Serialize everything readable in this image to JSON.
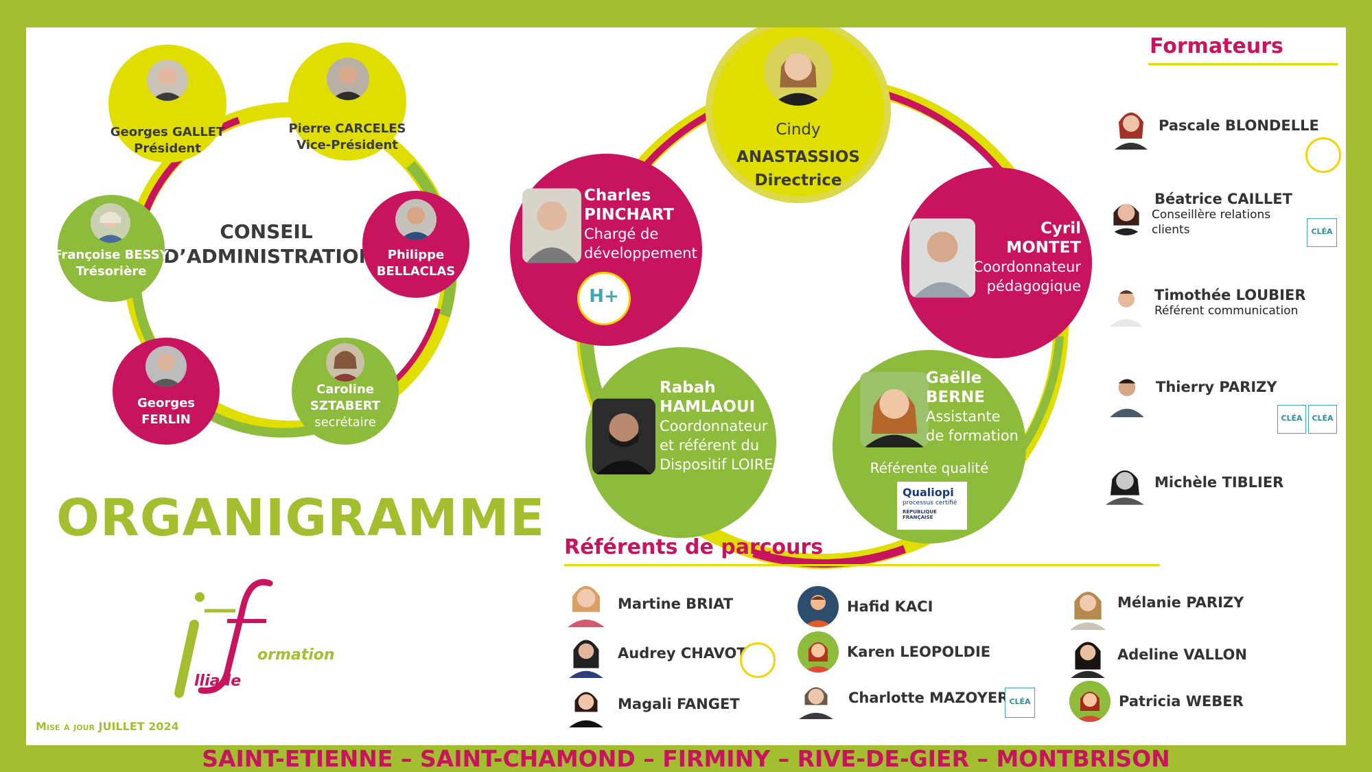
{
  "conseil": {
    "title_line1": "CONSEIL",
    "title_line2": "D’ADMINISTRATION",
    "members": [
      {
        "name": "Georges GALLET",
        "role": "Président"
      },
      {
        "name": "Pierre CARCELES",
        "role": "Vice-Président"
      },
      {
        "name": "Philippe",
        "name2": "BELLACLAS"
      },
      {
        "name": "Caroline",
        "name2": "SZTABERT",
        "role": "secrétaire"
      },
      {
        "name": "Georges",
        "name2": "FERLIN"
      },
      {
        "name": "Françoise BESSY",
        "role": "Trésorière"
      }
    ]
  },
  "direction": {
    "director": {
      "first": "Cindy",
      "last": "ANASTASSIOS",
      "role": "Directrice"
    },
    "charles": {
      "first": "Charles",
      "last": "PINCHART",
      "role1": "Chargé de",
      "role2": "développement"
    },
    "cyril": {
      "first": "Cyril",
      "last": "MONTET",
      "role1": "Coordonnateur",
      "role2": "pédagogique"
    },
    "rabah": {
      "first": "Rabah",
      "last": "HAMLAOUI",
      "role1": "Coordonnateur",
      "role2": "et référent du",
      "role3": "Dispositif LOIRE"
    },
    "gaelle": {
      "first": "Gaëlle",
      "last": "BERNE",
      "role1": "Assistante",
      "role2": "de formation",
      "extra": "Référente qualité"
    }
  },
  "qualiopi": {
    "brand": "Qualiopi",
    "sub": "processus certifié",
    "country": "RÉPUBLIQUE FRANÇAISE"
  },
  "badges": {
    "clea": "CLÉA",
    "region": "H+"
  },
  "formateurs": {
    "title": "Formateurs",
    "items": [
      {
        "name": "Pascale BLONDELLE"
      },
      {
        "name": "Béatrice CAILLET",
        "role1": "Conseillère relations",
        "role2": "clients"
      },
      {
        "name": "Timothée LOUBIER",
        "role1": "Référent communication"
      },
      {
        "name": "Thierry PARIZY"
      },
      {
        "name": "Michèle TIBLIER"
      }
    ]
  },
  "referents": {
    "title": "Référents de parcours",
    "col1": [
      "Martine BRIAT",
      "Audrey CHAVOT",
      "Magali FANGET"
    ],
    "col2": [
      "Hafid KACI",
      "Karen LEOPOLDIE",
      "Charlotte MAZOYER"
    ],
    "col3": [
      "Mélanie PARIZY",
      "Adeline VALLON",
      "Patricia WEBER"
    ]
  },
  "title": "ORGANIGRAMME",
  "logo": {
    "text1": "ormation",
    "text2": "lliade"
  },
  "update": {
    "prefix": "Mise à jour",
    "date": "JUILLET 2024"
  },
  "footer": "SAINT-ETIENNE – SAINT-CHAMOND – FIRMINY – RIVE-DE-GIER – MONTBRISON",
  "colors": {
    "magenta": "#c8135f",
    "yellow": "#e0dd00",
    "green": "#8dbb3c",
    "frame": "#a3bf2f"
  }
}
